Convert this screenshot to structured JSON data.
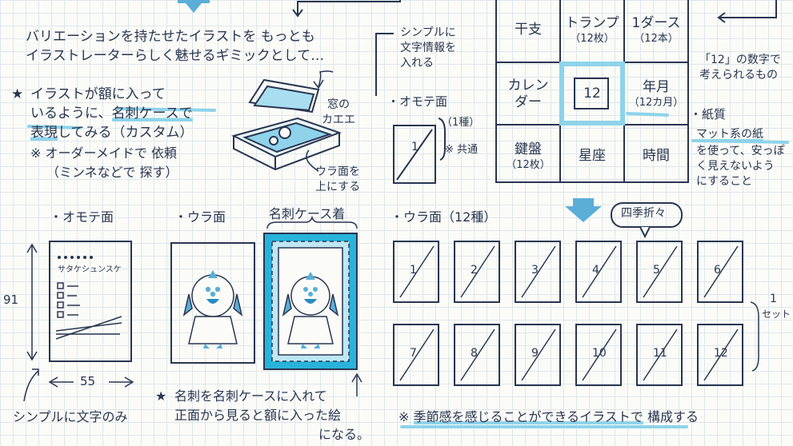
{
  "top_left_note": {
    "line1": "バリエーションを持たせたイラストを もっとも",
    "line2": "イラストレーターらしく魅せるギミックとして…"
  },
  "star_note": {
    "star": "★",
    "line1": "イラストが額に入って",
    "line2_a": "いるように、",
    "line2_b": "名刺ケースで",
    "line3_a": "表現",
    "line3_b": "してみる（カスタム）",
    "line4": "※ オーダーメイドで 依頼",
    "line5": "（ミンネなどで 探す）"
  },
  "case_labels": {
    "window": "窓の\nカエエ",
    "back_up": "ウラ面を\n上にする"
  },
  "simple_note": {
    "text": "シンプルに\n文字情報を\n入れる"
  },
  "omote_small": {
    "title": "・オモテ面",
    "count": "（1種）",
    "common": "※ 共通",
    "card_number": "1"
  },
  "twelve_grid": {
    "cells": [
      {
        "main": "干支",
        "sub": ""
      },
      {
        "main": "トランプ",
        "sub": "（12枚）"
      },
      {
        "main": "1ダース",
        "sub": "（12本）"
      },
      {
        "main": "カレン\nダー",
        "sub": ""
      },
      {
        "main": "12",
        "sub": ""
      },
      {
        "main": "年月",
        "sub": "（12カ月）"
      },
      {
        "main": "鍵盤",
        "sub": "（12枚）"
      },
      {
        "main": "星座",
        "sub": ""
      },
      {
        "main": "時間",
        "sub": ""
      }
    ]
  },
  "right_notes": {
    "twelve_note": "「12」の数字で\n考えられるもの",
    "paper_title": "・紙質",
    "paper_body_a": "マット系の紙",
    "paper_body_b": "を使って、安っぽ\nく見えないよう\nにすること"
  },
  "front": {
    "title": "・オモテ面",
    "name_text": "サタケシュンスケ",
    "height": "91",
    "width": "55",
    "caption": "シンプルに文字のみ"
  },
  "back": {
    "title": "・ウラ面"
  },
  "case_mounted": {
    "title": "名刺ケース着"
  },
  "bottom_note": {
    "star": "★",
    "line1": "名刺を名刺ケースに入れて",
    "line2": "正面から見ると額に入った絵",
    "line3": "になる。"
  },
  "ura_12": {
    "title": "・ウラ面（12種）",
    "bubble": "四季折々",
    "set_count": "1",
    "set_label": "セット"
  },
  "season_cards": [
    "1",
    "2",
    "3",
    "4",
    "5",
    "6",
    "7",
    "8",
    "9",
    "10",
    "11",
    "12"
  ],
  "footer_note": {
    "prefix": "※ ",
    "emphasis": "季節感を感じることができるイラストで",
    "suffix": " 構成する"
  },
  "colors": {
    "ink": "#2a3550",
    "accent": "#5aaed8",
    "highlight": "#8fd3ea",
    "case_blue": "#29b3da"
  }
}
